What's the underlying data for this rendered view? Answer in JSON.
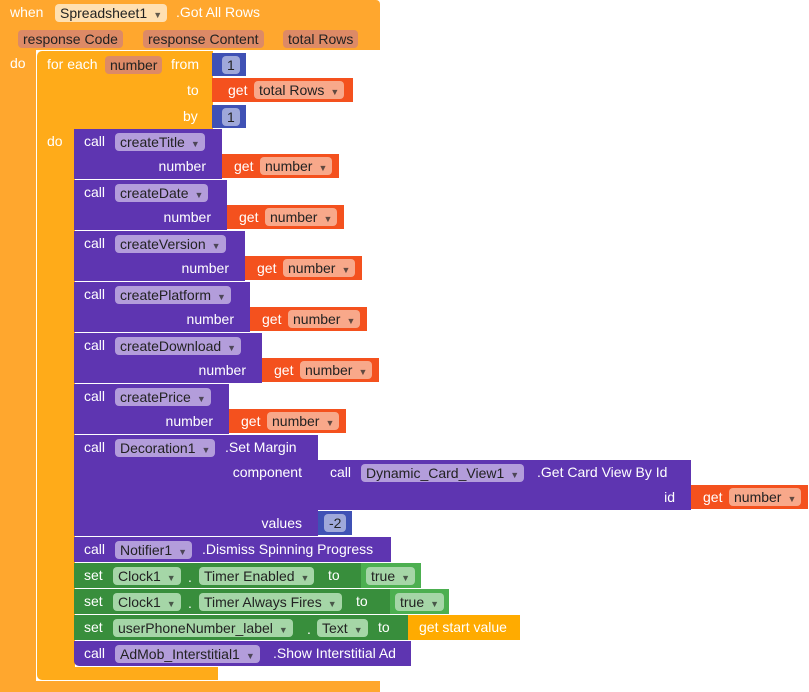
{
  "event": {
    "when": "when",
    "component": "Spreadsheet1",
    "name": ".Got All Rows",
    "params": [
      "response Code",
      "response Content",
      "total Rows"
    ],
    "do": "do"
  },
  "loop": {
    "for_each": "for each",
    "var": "number",
    "from": "from",
    "from_value": "1",
    "to": "to",
    "to_get": "get",
    "to_var": "total Rows",
    "by": "by",
    "by_value": "1",
    "do": "do"
  },
  "calls": [
    {
      "call": "call",
      "proc": "createTitle",
      "arg": "number",
      "get": "get",
      "var": "number"
    },
    {
      "call": "call",
      "proc": "createDate",
      "arg": "number",
      "get": "get",
      "var": "number"
    },
    {
      "call": "call",
      "proc": "createVersion",
      "arg": "number",
      "get": "get",
      "var": "number"
    },
    {
      "call": "call",
      "proc": "createPlatform",
      "arg": "number",
      "get": "get",
      "var": "number"
    },
    {
      "call": "call",
      "proc": "createDownload",
      "arg": "number",
      "get": "get",
      "var": "number"
    },
    {
      "call": "call",
      "proc": "createPrice",
      "arg": "number",
      "get": "get",
      "var": "number"
    }
  ],
  "margin": {
    "call": "call",
    "component": "Decoration1",
    "method": ".Set Margin",
    "component_label": "component",
    "inner_call": "call",
    "inner_component": "Dynamic_Card_View1",
    "inner_method": ".Get Card View By Id",
    "id_label": "id",
    "id_get": "get",
    "id_var": "number",
    "values_label": "values",
    "values_value": "-2"
  },
  "notifier": {
    "call": "call",
    "component": "Notifier1",
    "method": ".Dismiss Spinning Progress"
  },
  "set1": {
    "set": "set",
    "component": "Clock1",
    "dot": ".",
    "prop": "Timer Enabled",
    "to": "to",
    "value": "true"
  },
  "set2": {
    "set": "set",
    "component": "Clock1",
    "dot": ".",
    "prop": "Timer Always Fires",
    "to": "to",
    "value": "true"
  },
  "set3": {
    "set": "set",
    "component": "userPhoneNumber_label",
    "dot": ".",
    "prop": "Text",
    "to": "to",
    "value": "get start value"
  },
  "admob": {
    "call": "call",
    "component": "AdMob_Interstitial1",
    "method": ".Show Interstitial Ad"
  }
}
